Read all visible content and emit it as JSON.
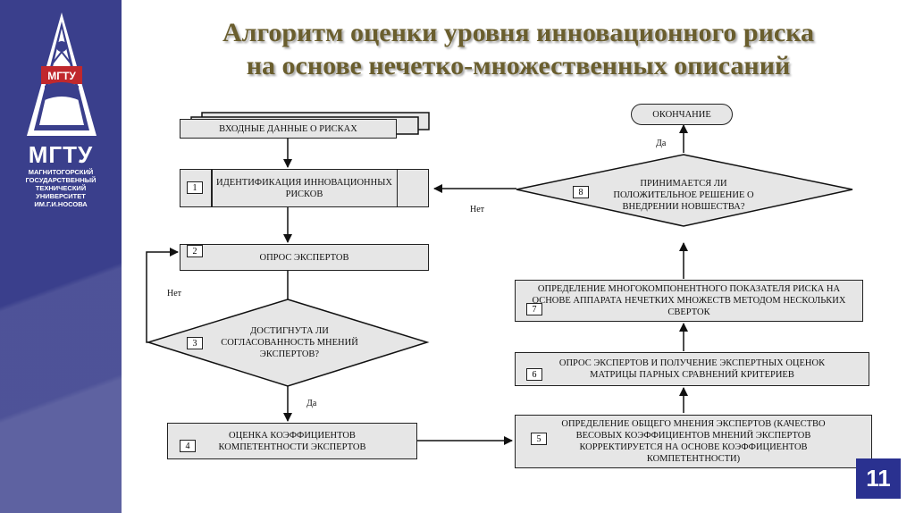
{
  "university": {
    "short_name": "МГТУ",
    "full_name": "МАГНИТОГОРСКИЙ ГОСУДАРСТВЕННЫЙ ТЕХНИЧЕСКИЙ УНИВЕРСИТЕТ ИМ.Г.И.НОСОВА",
    "logo_text": "МГТУ"
  },
  "title": {
    "line1": "Алгоритм оценки уровня инновационного риска",
    "line2": "на основе нечетко-множественных описаний"
  },
  "flowchart": {
    "input": "ВХОДНЫЕ ДАННЫЕ О РИСКАХ",
    "step1": {
      "num": "1",
      "text": "ИДЕНТИФИКАЦИЯ ИННОВАЦИОННЫХ РИСКОВ"
    },
    "step2": {
      "num": "2",
      "text": "ОПРОС ЭКСПЕРТОВ"
    },
    "step3": {
      "num": "3",
      "text": "ДОСТИГНУТА ЛИ СОГЛАСОВАННОСТЬ МНЕНИЙ ЭКСПЕРТОВ?"
    },
    "step4": {
      "num": "4",
      "text": "ОЦЕНКА КОЭФФИЦИЕНТОВ КОМПЕТЕНТНОСТИ ЭКСПЕРТОВ"
    },
    "step5": {
      "num": "5",
      "text": "ОПРЕДЕЛЕНИЕ ОБЩЕГО МНЕНИЯ ЭКСПЕРТОВ (КАЧЕСТВО ВЕСОВЫХ КОЭФФИЦИЕНТОВ МНЕНИЙ ЭКСПЕРТОВ КОРРЕКТИРУЕТСЯ НА ОСНОВЕ КОЭФФИЦИЕНТОВ КОМПЕТЕНТНОСТИ)"
    },
    "step6": {
      "num": "6",
      "text": "ОПРОС ЭКСПЕРТОВ И ПОЛУЧЕНИЕ ЭКСПЕРТНЫХ ОЦЕНОК МАТРИЦЫ ПАРНЫХ СРАВНЕНИЙ КРИТЕРИЕВ"
    },
    "step7": {
      "num": "7",
      "text": "ОПРЕДЕЛЕНИЕ МНОГОКОМПОНЕНТНОГО ПОКАЗАТЕЛЯ РИСКА НА ОСНОВЕ АППАРАТА НЕЧЕТКИХ МНОЖЕСТВ МЕТОДОМ НЕСКОЛЬКИХ СВЕРТОК"
    },
    "step8": {
      "num": "8",
      "text": "ПРИНИМАЕТСЯ ЛИ ПОЛОЖИТЕЛЬНОЕ РЕШЕНИЕ О ВНЕДРЕНИИ НОВШЕСТВА?"
    },
    "end": "ОКОНЧАНИЕ",
    "yes": "Да",
    "no": "Нет"
  },
  "slide_number": "11"
}
